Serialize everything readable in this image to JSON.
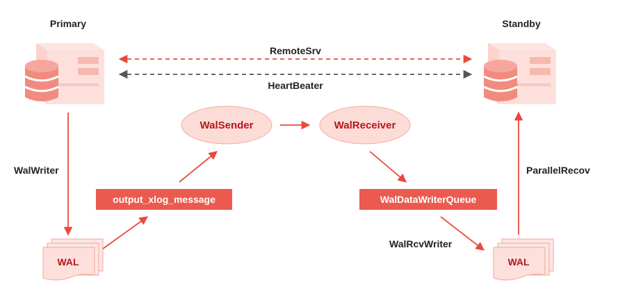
{
  "nodes": {
    "primary": "Primary",
    "standby": "Standby"
  },
  "links": {
    "remote_srv": "RemoteSrv",
    "heart_beater": "HeartBeater",
    "wal_writer": "WalWriter",
    "parallel_recov": "ParallelRecov",
    "wal_rcv_writer": "WalRcvWriter"
  },
  "processes": {
    "wal_sender": "WalSender",
    "wal_receiver": "WalReceiver"
  },
  "queues": {
    "output_xlog_message": "output_xlog_message",
    "wal_data_writer_queue": "WalDataWriterQueue"
  },
  "files": {
    "primary_wal": "WAL",
    "standby_wal": "WAL"
  },
  "colors": {
    "accent_red": "#e8493f",
    "node_fill": "#fde3df",
    "dark_arrow": "#555555"
  }
}
